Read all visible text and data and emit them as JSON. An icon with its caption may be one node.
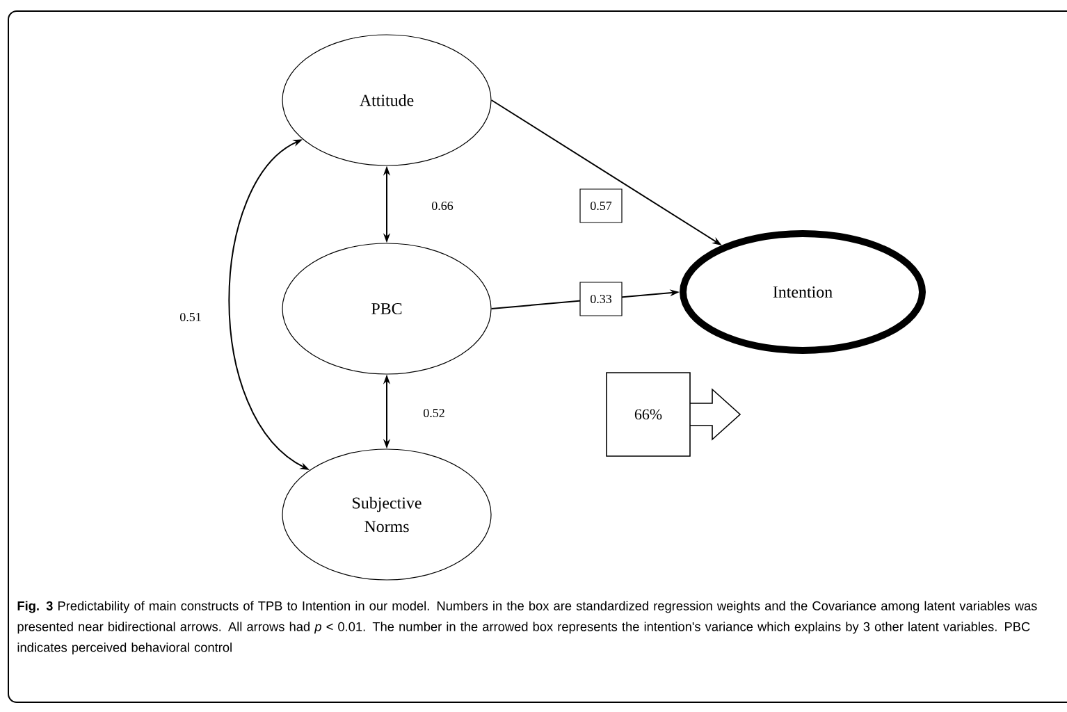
{
  "diagram": {
    "caption": "**Fig. 3** Predictability of main constructs of TPB to Intention in our model. Numbers in the box are standardized regression weights and the Covariance among latent variables was presented near bidirectional arrows. All arrows had *p* < 0.01. The number in the arrowed box represents the intention's variance which explains by 3 other latent variables. PBC indicates perceived behavioral control",
    "nodes": [
      {
        "text": [
          "Attitude"
        ]
      },
      {
        "text": [
          "PBC"
        ]
      },
      {
        "text": [
          "Subjective Norms"
        ]
      },
      {
        "text": [
          "Intention"
        ]
      },
      {
        "text": [
          "66%"
        ]
      }
    ],
    "edges": [
      {
        "from": 0,
        "to": 1,
        "arrow": "both",
        "label": "0.66"
      },
      {
        "from": 1,
        "to": 2,
        "arrow": "both",
        "label": "0.52"
      },
      {
        "from": 0,
        "to": 2,
        "arrow": "both",
        "label": "0.51"
      },
      {
        "from": 0,
        "to": 3,
        "arrow": "to",
        "label": "0.57"
      },
      {
        "from": 1,
        "to": 3,
        "arrow": "to",
        "label": "0.33"
      }
    ]
  }
}
